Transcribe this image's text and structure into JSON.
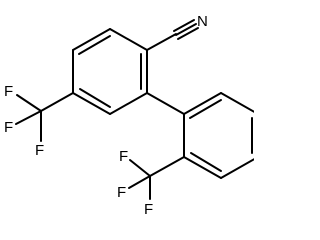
{
  "molecule": {
    "atoms": {
      "nitrile_n": "N",
      "cf3_left_f1": "F",
      "cf3_left_f2": "F",
      "cf3_left_f3": "F",
      "cf3_bottom_f1": "F",
      "cf3_bottom_f2": "F",
      "cf3_bottom_f3": "F"
    }
  }
}
